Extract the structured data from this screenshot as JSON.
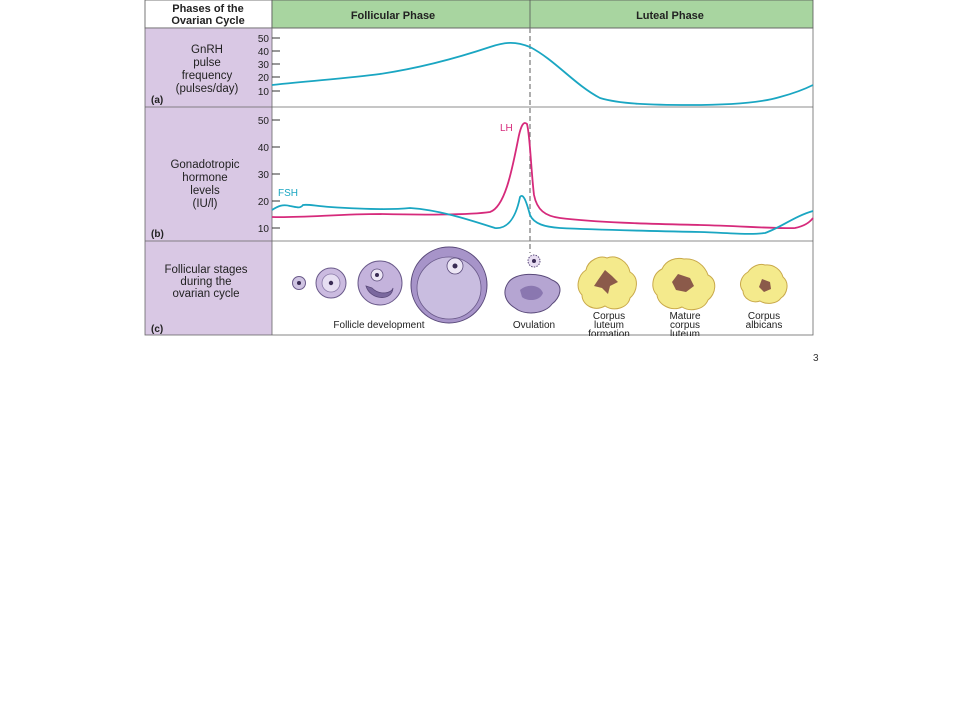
{
  "header": {
    "corner_line1": "Phases of the",
    "corner_line2": "Ovarian Cycle",
    "follicular": "Follicular Phase",
    "luteal": "Luteal Phase"
  },
  "panel_a": {
    "label_lines": [
      "GnRH",
      "pulse",
      "frequency",
      "(pulses/day)"
    ],
    "letter": "(a)",
    "ticks": [
      "50",
      "40",
      "30",
      "20",
      "10"
    ]
  },
  "panel_b": {
    "label_lines": [
      "Gonadotropic",
      "hormone",
      "levels",
      "(IU/l)"
    ],
    "letter": "(b)",
    "ticks": [
      "50",
      "40",
      "30",
      "20",
      "10"
    ],
    "lh_label": "LH",
    "fsh_label": "FSH"
  },
  "panel_c": {
    "label_lines": [
      "Follicular stages",
      "during the",
      "ovarian cycle"
    ],
    "letter": "(c)",
    "captions": {
      "follicle": "Follicle development",
      "ovulation": "Ovulation",
      "cl_formation": [
        "Corpus",
        "luteum",
        "formation"
      ],
      "mature": [
        "Mature",
        "corpus",
        "luteum"
      ],
      "albicans": [
        "Corpus",
        "albicans"
      ]
    }
  },
  "colors": {
    "header_green": "#a8d5a0",
    "label_lavender": "#d9c8e4",
    "gnrh_cyan": "#1aa6c2",
    "lh_magenta": "#d62a7b",
    "follicle_purple": "#b9a9d3",
    "luteum_yellow": "#f4ea8c"
  },
  "page_number": "3"
}
